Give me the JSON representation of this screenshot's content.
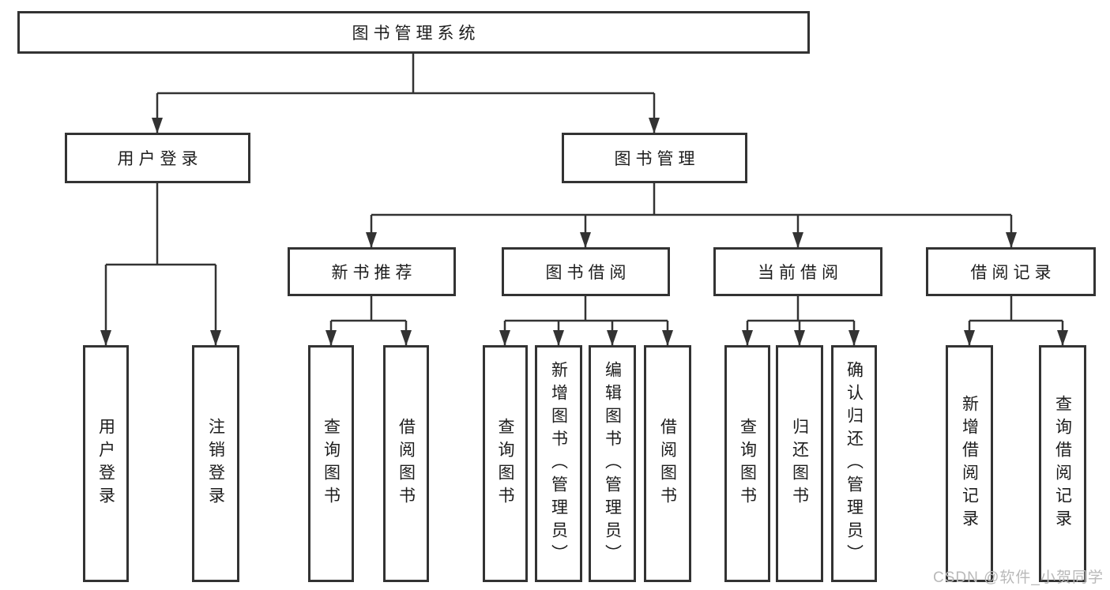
{
  "diagram": {
    "root": {
      "label": "图书管理系统"
    },
    "level2": [
      {
        "label": "用户登录",
        "children": [
          {
            "label": "用户登录"
          },
          {
            "label": "注销登录"
          }
        ]
      },
      {
        "label": "图书管理",
        "children": [
          {
            "label": "新书推荐",
            "children": [
              {
                "label": "查询图书"
              },
              {
                "label": "借阅图书"
              }
            ]
          },
          {
            "label": "图书借阅",
            "children": [
              {
                "label": "查询图书"
              },
              {
                "label": "新增图书（管理员）"
              },
              {
                "label": "编辑图书（管理员）"
              },
              {
                "label": "借阅图书"
              }
            ]
          },
          {
            "label": "当前借阅",
            "children": [
              {
                "label": "查询图书"
              },
              {
                "label": "归还图书"
              },
              {
                "label": "确认归还（管理员）"
              }
            ]
          },
          {
            "label": "借阅记录",
            "children": [
              {
                "label": "新增借阅记录"
              },
              {
                "label": "查询借阅记录"
              }
            ]
          }
        ]
      }
    ]
  },
  "watermark": {
    "text": "CSDN @软件_小贺同学"
  },
  "colors": {
    "line": "#333333",
    "border": "#333333",
    "text": "#1d1d1d",
    "watermark": "#b9b9b9",
    "background": "#ffffff"
  }
}
